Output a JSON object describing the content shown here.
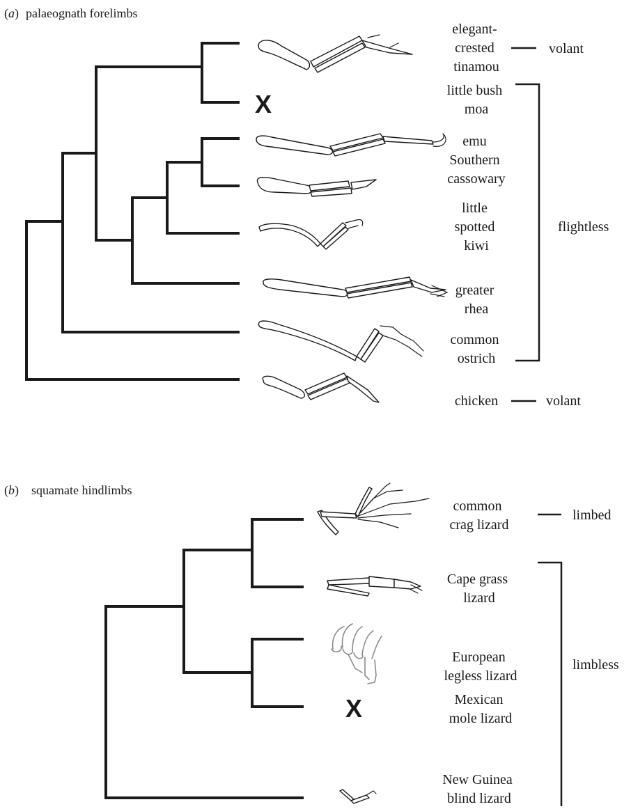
{
  "panel_a": {
    "label_letter": "a",
    "title": "palaeognath forelimbs",
    "taxa": [
      {
        "lines": [
          "elegant-",
          "crested",
          "tinamou"
        ]
      },
      {
        "lines": [
          "little bush",
          "moa"
        ]
      },
      {
        "lines": [
          "emu",
          "Southern",
          "cassowary"
        ]
      },
      {
        "lines": [
          "little",
          "spotted",
          "kiwi"
        ]
      },
      {
        "lines": [
          "greater",
          "rhea"
        ]
      },
      {
        "lines": [
          "common",
          "ostrich"
        ]
      },
      {
        "lines": [
          "chicken"
        ]
      }
    ],
    "categories": {
      "top": "volant",
      "middle": "flightless",
      "bottom": "volant"
    },
    "missing_mark": "X"
  },
  "panel_b": {
    "label_letter": "b",
    "title": "squamate hindlimbs",
    "taxa": [
      {
        "lines": [
          "common",
          "crag lizard"
        ]
      },
      {
        "lines": [
          "Cape grass",
          "lizard"
        ]
      },
      {
        "lines": [
          "European",
          "legless lizard"
        ]
      },
      {
        "lines": [
          "Mexican",
          "mole lizard"
        ]
      },
      {
        "lines": [
          "New Guinea",
          "blind lizard"
        ]
      }
    ],
    "categories": {
      "top": "limbed",
      "bottom": "limbless"
    },
    "missing_mark": "X"
  }
}
